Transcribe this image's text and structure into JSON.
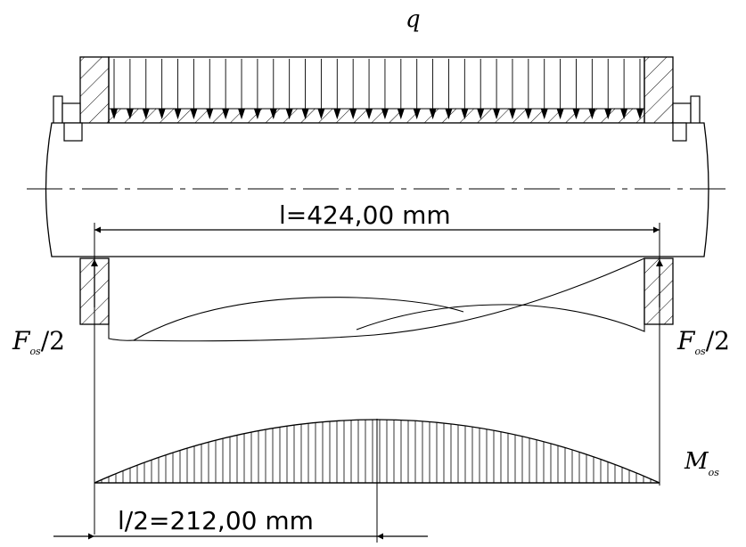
{
  "labels": {
    "load": "q",
    "length": "l=424,00 mm",
    "half_length": "l/2=212,00 mm",
    "reaction_left_main": "F",
    "reaction_left_sub": "os",
    "reaction_left_tail": "/2",
    "reaction_right_main": "F",
    "reaction_right_sub": "os",
    "reaction_right_tail": "/2",
    "moment_main": "M",
    "moment_sub": "os"
  },
  "colors": {
    "line": "#000000",
    "background": "#ffffff"
  }
}
